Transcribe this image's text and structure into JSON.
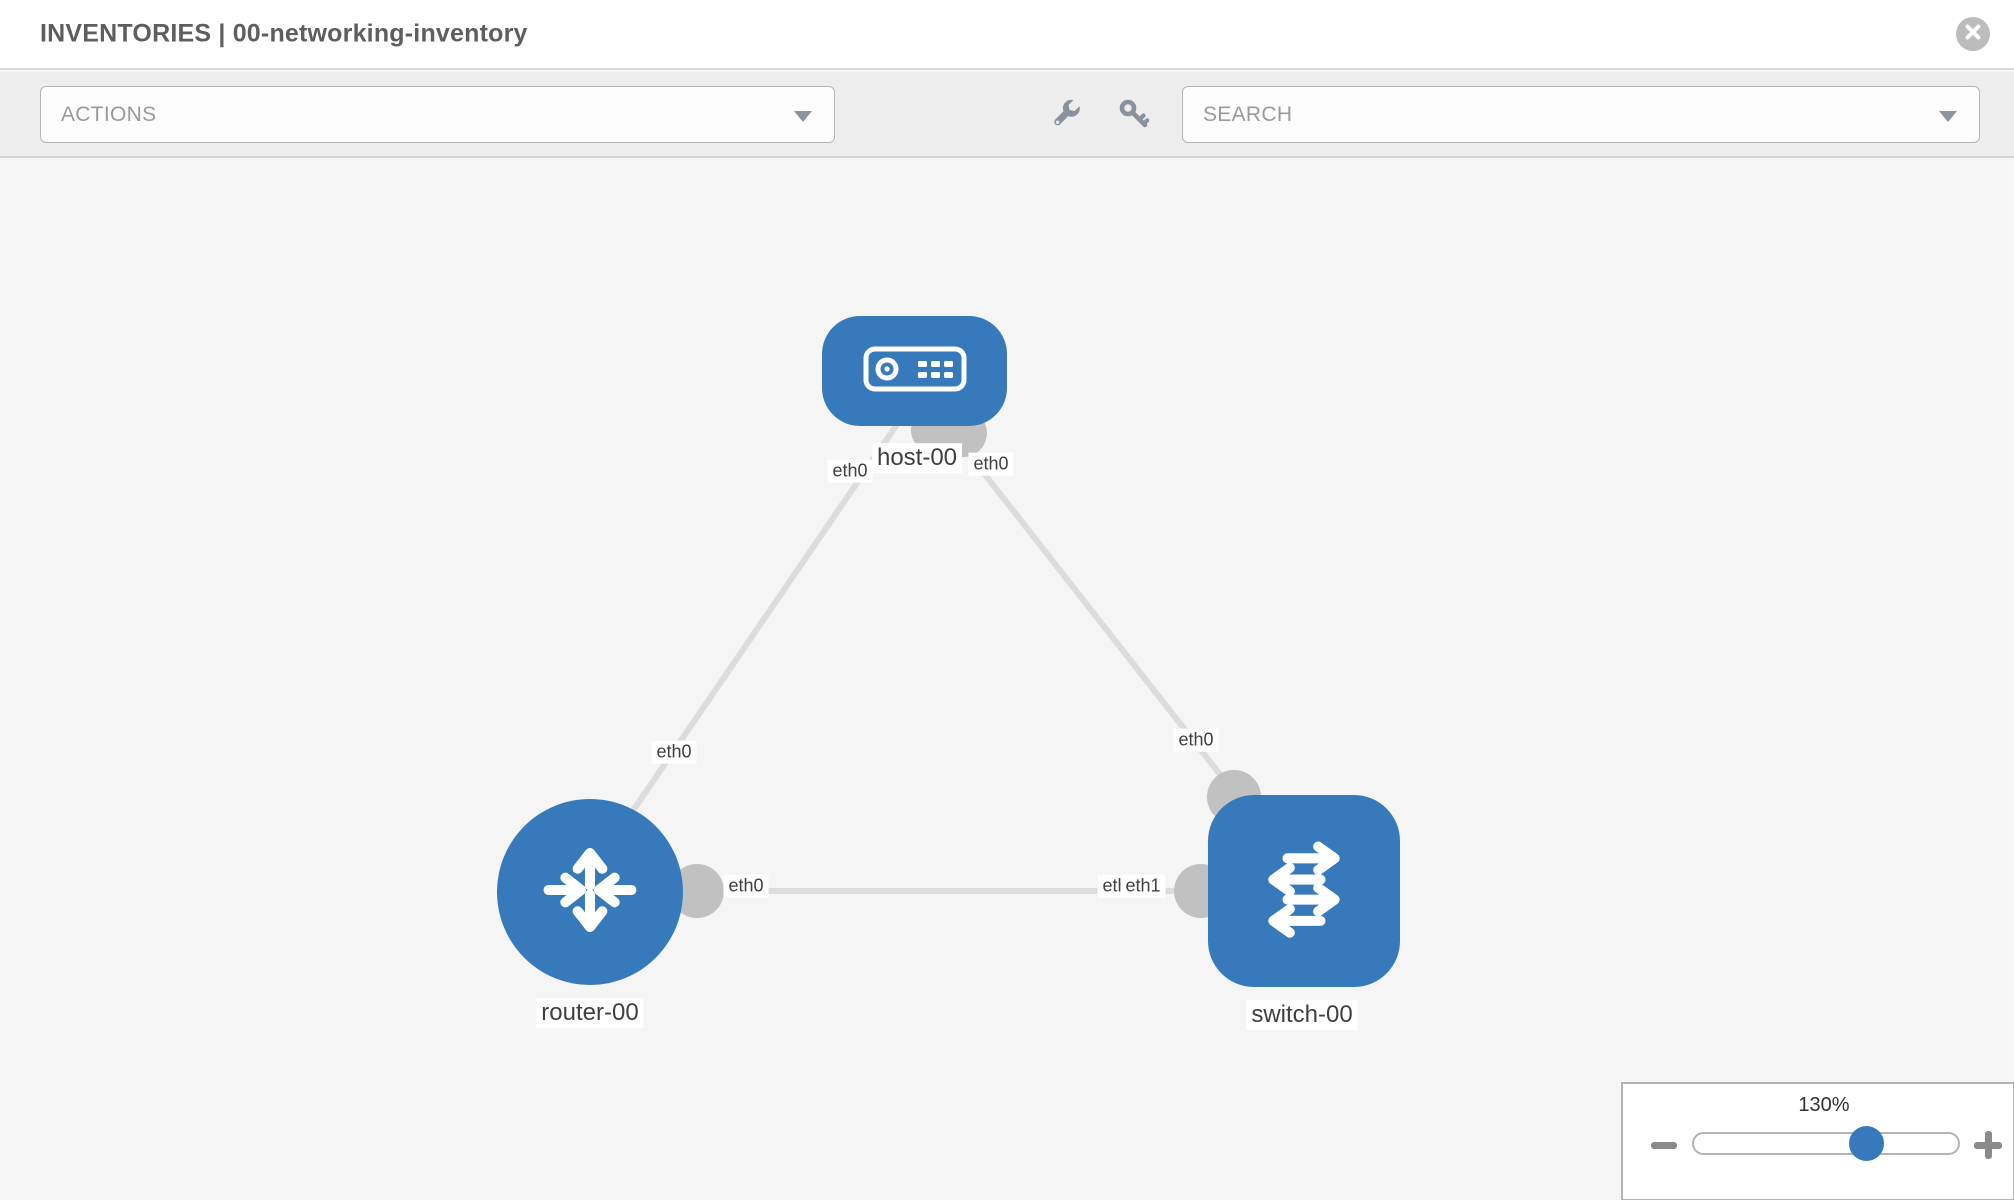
{
  "header": {
    "title": "INVENTORIES | 00-networking-inventory",
    "close_icon": "x-circle"
  },
  "toolbar": {
    "actions_dropdown": {
      "placeholder": "ACTIONS"
    },
    "wrench_icon": "wrench",
    "key_icon": "key",
    "search_dropdown": {
      "placeholder": "SEARCH"
    }
  },
  "canvas": {
    "nodes": [
      {
        "id": "host-00",
        "label": "host-00",
        "type": "host",
        "shape": "rounded-rect",
        "icon": "server-icon",
        "color": "#377abc"
      },
      {
        "id": "router-00",
        "label": "router-00",
        "type": "router",
        "shape": "circle",
        "icon": "router-arrows-icon",
        "color": "#377abc"
      },
      {
        "id": "switch-00",
        "label": "switch-00",
        "type": "switch",
        "shape": "rounded-square",
        "icon": "switch-arrows-icon",
        "color": "#377abc"
      }
    ],
    "links": [
      {
        "source": "host-00",
        "target": "router-00",
        "source_interface": "eth0",
        "target_interface": "eth0"
      },
      {
        "source": "host-00",
        "target": "switch-00",
        "source_interface": "eth0",
        "target_interface": "eth0"
      },
      {
        "source": "router-00",
        "target": "switch-00",
        "source_interface": "eth0",
        "target_interface": "eth1",
        "occluded_interface": "eth0"
      }
    ]
  },
  "zoom_widget": {
    "level": "130%",
    "minus_icon": "minus",
    "plus_icon": "plus"
  },
  "colors": {
    "accent_blue": "#377abc",
    "link_gray": "#dcdcdc",
    "port_gray": "#c1c1c1",
    "toolbar_bg": "#ededed",
    "canvas_bg": "#f5f5f5"
  }
}
